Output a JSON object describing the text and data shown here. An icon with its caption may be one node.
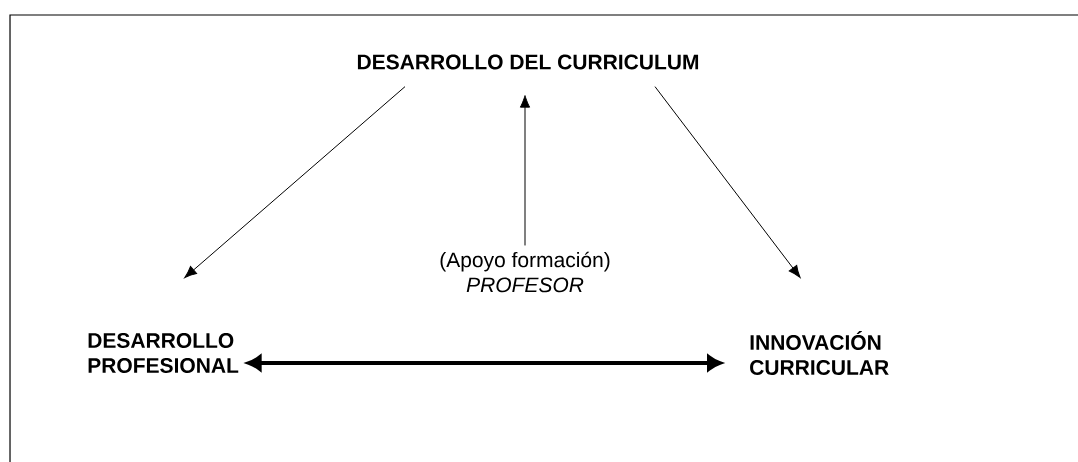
{
  "diagram": {
    "nodes": [
      {
        "text": [
          "DESARROLLO DEL CURRICULUM"
        ]
      },
      {
        "text": [
          "(Apoyo formación)",
          "PROFESOR"
        ]
      },
      {
        "text": [
          "DESARROLLO PROFESIONAL"
        ]
      },
      {
        "text": [
          "INNOVACIÓN CURRICULAR"
        ]
      }
    ],
    "edges": [
      {
        "from": 0,
        "to": 2,
        "arrow": "to"
      },
      {
        "from": 1,
        "to": 0,
        "arrow": "to"
      },
      {
        "from": 0,
        "to": 3,
        "arrow": "to"
      },
      {
        "from": 2,
        "to": 3,
        "arrow": "both",
        "style": "thick"
      }
    ]
  }
}
